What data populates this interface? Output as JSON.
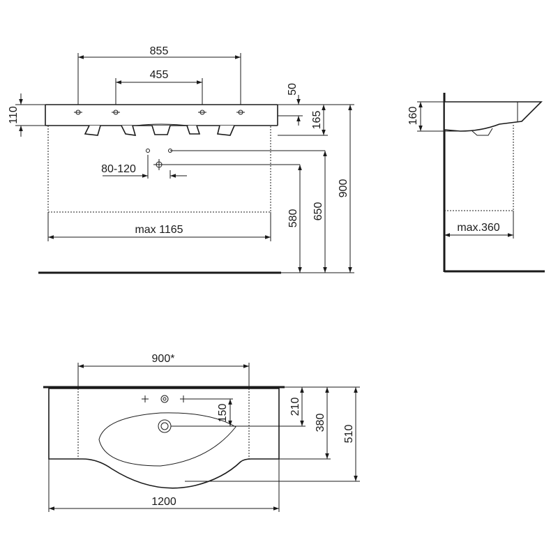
{
  "front_view": {
    "width_855": "855",
    "width_455": "455",
    "thickness_50": "50",
    "height_110": "110",
    "height_165": "165",
    "range_80_120": "80-120",
    "max_width": "max 1165",
    "height_580": "580",
    "height_650": "650",
    "height_900": "900"
  },
  "side_view": {
    "height_160": "160",
    "max_depth": "max.360"
  },
  "top_view": {
    "width_900": "900*",
    "depth_150": "150",
    "depth_210": "210",
    "depth_380": "380",
    "depth_510": "510",
    "total_width": "1200"
  }
}
